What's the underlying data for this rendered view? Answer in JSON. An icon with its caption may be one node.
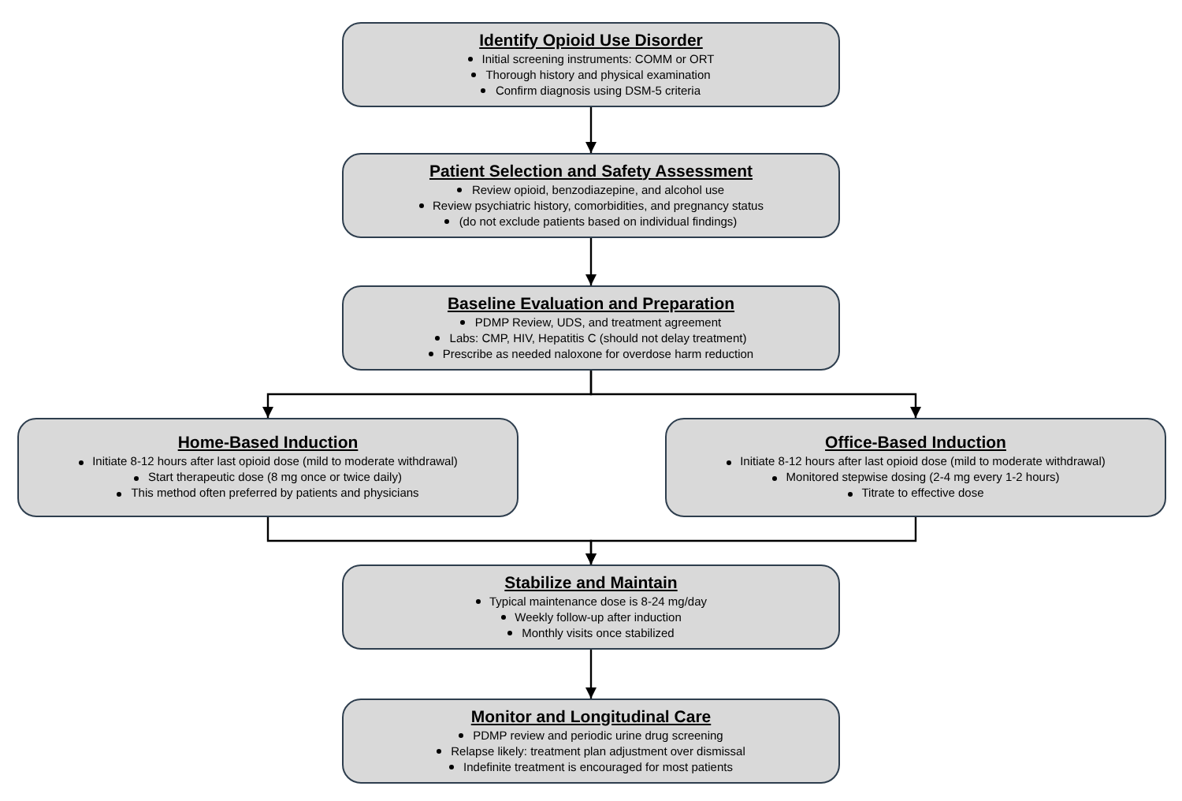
{
  "diagram": {
    "nodes": [
      {
        "text": [
          "Identify Opioid Use Disorder",
          "Initial screening instruments: COMM or ORT",
          "Thorough history and physical examination",
          "Confirm diagnosis using DSM-5 criteria"
        ]
      },
      {
        "text": [
          "Patient Selection and Safety Assessment",
          "Review opioid, benzodiazepine, and alcohol use",
          "Review psychiatric history, comorbidities, and pregnancy status",
          "(do not exclude patients based on individual findings)"
        ]
      },
      {
        "text": [
          "Baseline Evaluation and Preparation",
          "PDMP Review, UDS, and treatment agreement",
          "Labs: CMP, HIV, Hepatitis C (should not delay treatment)",
          "Prescribe as needed naloxone for overdose harm reduction"
        ]
      },
      {
        "text": [
          "Home-Based Induction",
          "Initiate 8-12 hours after last opioid dose (mild to moderate withdrawal)",
          "Start therapeutic dose (8 mg once or twice daily)",
          "This method often preferred by patients and physicians"
        ]
      },
      {
        "text": [
          "Office-Based Induction",
          "Initiate 8-12 hours after last opioid dose (mild to moderate withdrawal)",
          "Monitored stepwise dosing (2-4 mg every 1-2 hours)",
          "Titrate to effective dose"
        ]
      },
      {
        "text": [
          "Stabilize and Maintain",
          "Typical maintenance dose is 8-24 mg/day",
          "Weekly follow-up after induction",
          "Monthly visits once stabilized"
        ]
      },
      {
        "text": [
          "Monitor and Longitudinal Care",
          "PDMP review and periodic urine drug screening",
          "Relapse likely: treatment plan adjustment over dismissal",
          "Indefinite treatment is encouraged for most patients"
        ]
      }
    ],
    "edges": [
      {
        "from": 0,
        "to": 1,
        "arrow": "to"
      },
      {
        "from": 1,
        "to": 2,
        "arrow": "to"
      },
      {
        "from": 2,
        "to": 3,
        "arrow": "to"
      },
      {
        "from": 2,
        "to": 4,
        "arrow": "to"
      },
      {
        "from": 3,
        "to": 5,
        "arrow": "to"
      },
      {
        "from": 4,
        "to": 5,
        "arrow": "to"
      },
      {
        "from": 5,
        "to": 6,
        "arrow": "to"
      }
    ]
  }
}
